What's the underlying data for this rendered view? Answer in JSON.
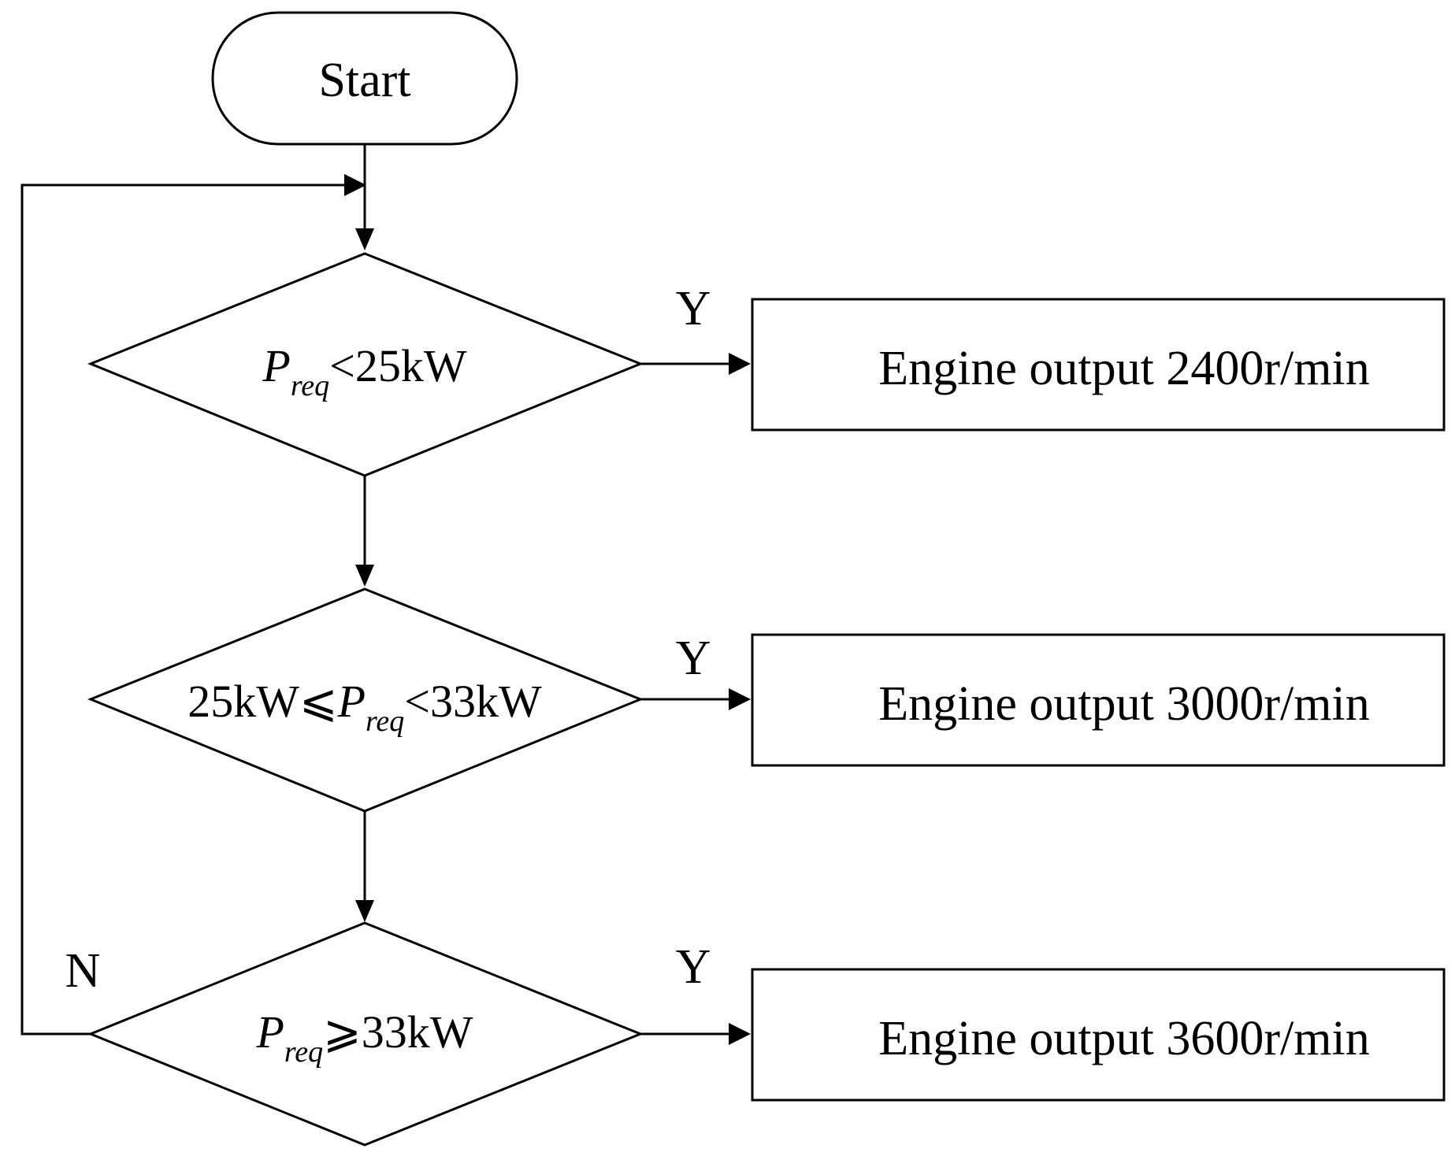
{
  "start": {
    "label": "Start"
  },
  "decisions": [
    {
      "var": "P",
      "sub": "req",
      "prefix": "",
      "suffix": "<25kW"
    },
    {
      "var": "P",
      "sub": "req",
      "prefix": "25kW⩽",
      "suffix": "<33kW"
    },
    {
      "var": "P",
      "sub": "req",
      "prefix": "",
      "suffix": "⩾33kW"
    }
  ],
  "outputs": [
    {
      "label": "Engine output 2400r/min"
    },
    {
      "label": "Engine output 3000r/min"
    },
    {
      "label": "Engine output 3600r/min"
    }
  ],
  "branch_labels": {
    "yes": "Y",
    "no": "N"
  }
}
